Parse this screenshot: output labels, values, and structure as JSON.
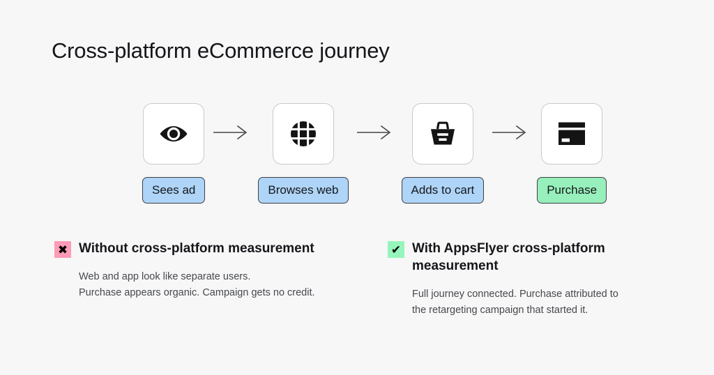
{
  "page": {
    "title": "Cross-platform eCommerce journey",
    "background_color": "#f7f7f7"
  },
  "journey": {
    "steps": [
      {
        "icon": "eye-icon",
        "label": "Sees ad",
        "pill_color": "#aed4f7",
        "pill_style": "blue"
      },
      {
        "icon": "globe-icon",
        "label": "Browses web",
        "pill_color": "#aed4f7",
        "pill_style": "blue"
      },
      {
        "icon": "basket-icon",
        "label": "Adds to cart",
        "pill_color": "#aed4f7",
        "pill_style": "blue"
      },
      {
        "icon": "credit-card-icon",
        "label": "Purchase",
        "pill_color": "#97f0bb",
        "pill_style": "green"
      }
    ],
    "connector_icon": "arrow-right-icon"
  },
  "comparison": {
    "without": {
      "badge_icon": "cross-mark-icon",
      "badge_glyph": "✖",
      "badge_color": "#ff9bb5",
      "title": "Without cross-platform measurement",
      "line1": "Web and app look like separate users.",
      "line2": "Purchase appears organic. Campaign gets no credit."
    },
    "with": {
      "badge_icon": "check-mark-icon",
      "badge_glyph": "✔",
      "badge_color": "#96f5bd",
      "title": "With AppsFlyer cross-platform measurement",
      "line1": "Full journey connected. Purchase attributed to",
      "line2": "the retargeting campaign that started it."
    }
  }
}
